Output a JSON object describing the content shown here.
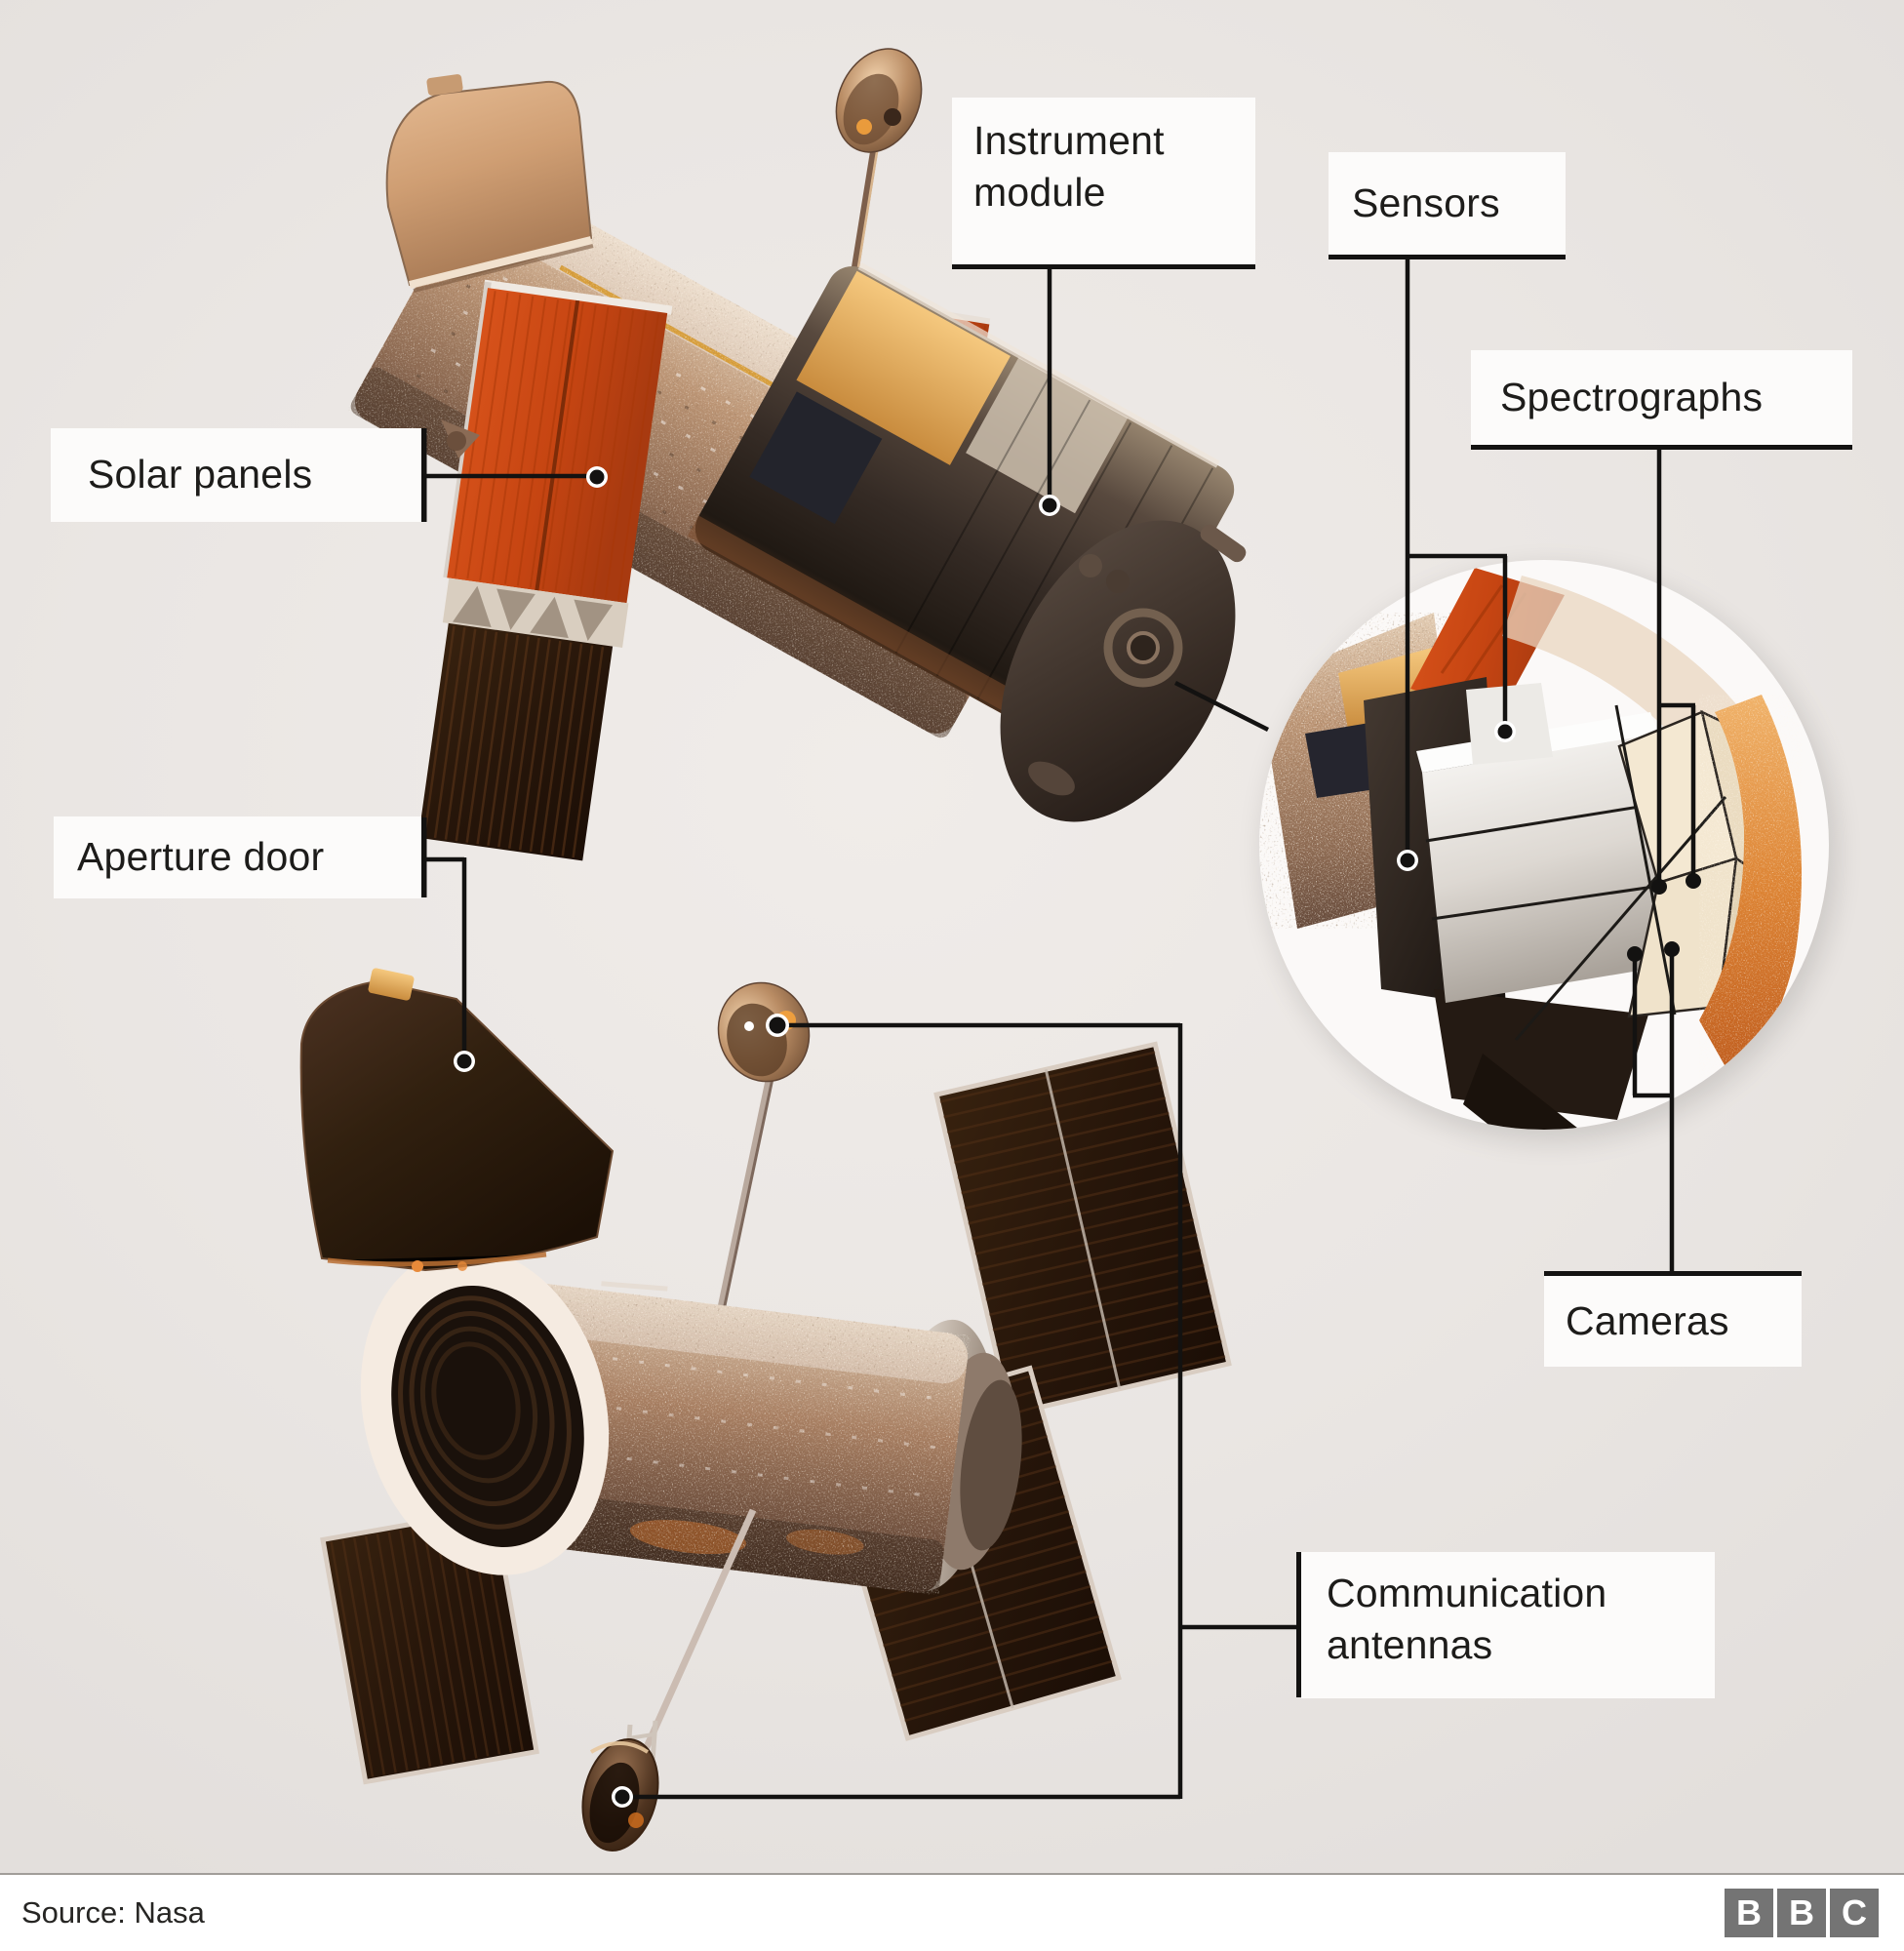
{
  "labels": {
    "instrument_module": "Instrument module",
    "sensors": "Sensors",
    "spectrographs": "Spectrographs",
    "solar_panels": "Solar panels",
    "aperture_door": "Aperture door",
    "cameras": "Cameras",
    "communication_antennas": "Communication antennas"
  },
  "footer": {
    "source": "Source: Nasa",
    "logo_letters": [
      "B",
      "B",
      "C"
    ]
  },
  "colors": {
    "background": "#eae6e3",
    "label_background": "#fcfbfa",
    "label_text": "#1d1c1a",
    "leader_line": "#131211",
    "solar_panel_orange": "#cc4715",
    "bbc_logo_grey": "#747474",
    "footer_background": "#ffffff"
  }
}
